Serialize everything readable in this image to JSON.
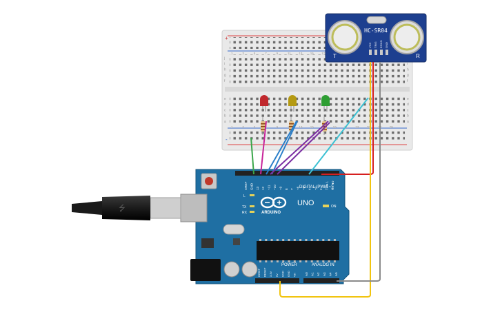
{
  "sensor": {
    "model": "HC-SR04",
    "left_letter": "T",
    "right_letter": "R",
    "pin_labels": [
      "VCC",
      "TRIG",
      "ECHO",
      "GND"
    ],
    "body_color": "#1d3f8f"
  },
  "board": {
    "brand": "ARDUINO",
    "model": "UNO",
    "on_label": "ON",
    "l_label": "L",
    "tx_label": "TX",
    "rx_label": "RX",
    "digital_label": "DIGITAL (PWM ~)",
    "power_label": "POWER",
    "analog_label": "ANALOG IN",
    "top_header_labels": [
      "AREF",
      "GND",
      "13",
      "12",
      "~11",
      "~10",
      "~9",
      "8",
      "7",
      "~6",
      "~5",
      "4",
      "~3",
      "2",
      "TX►1",
      "RX◄0"
    ],
    "power_pin_labels": [
      "IOREF",
      "RESET",
      "3.3V",
      "5V",
      "GND",
      "GND",
      "Vin"
    ],
    "analog_pin_labels": [
      "A0",
      "A1",
      "A2",
      "A3",
      "A4",
      "A5"
    ],
    "body_color": "#1f6fa3"
  },
  "breadboard": {
    "row_letters_top": [
      "j",
      "i",
      "h",
      "g",
      "f"
    ],
    "row_letters_bottom": [
      "e",
      "d",
      "c",
      "b",
      "a"
    ],
    "column_numbers": [
      "1",
      "3",
      "5",
      "7",
      "9",
      "11",
      "13",
      "15",
      "17",
      "19",
      "21",
      "23",
      "25",
      "27",
      "29"
    ],
    "rail_plus": "+",
    "rail_minus": "-"
  },
  "leds": [
    {
      "color": "#c0282d",
      "name": "red"
    },
    {
      "color": "#b59a12",
      "name": "yellow"
    },
    {
      "color": "#2e9e33",
      "name": "green"
    }
  ],
  "wire_colors": {
    "green": "#3aa64a",
    "magenta": "#c8249a",
    "blue": "#2b7fc9",
    "purple": "#7b2fa3",
    "cyan": "#3cc1d3",
    "red": "#d61f1f",
    "yellow": "#f1c40f",
    "gray": "#8a8a8a"
  }
}
